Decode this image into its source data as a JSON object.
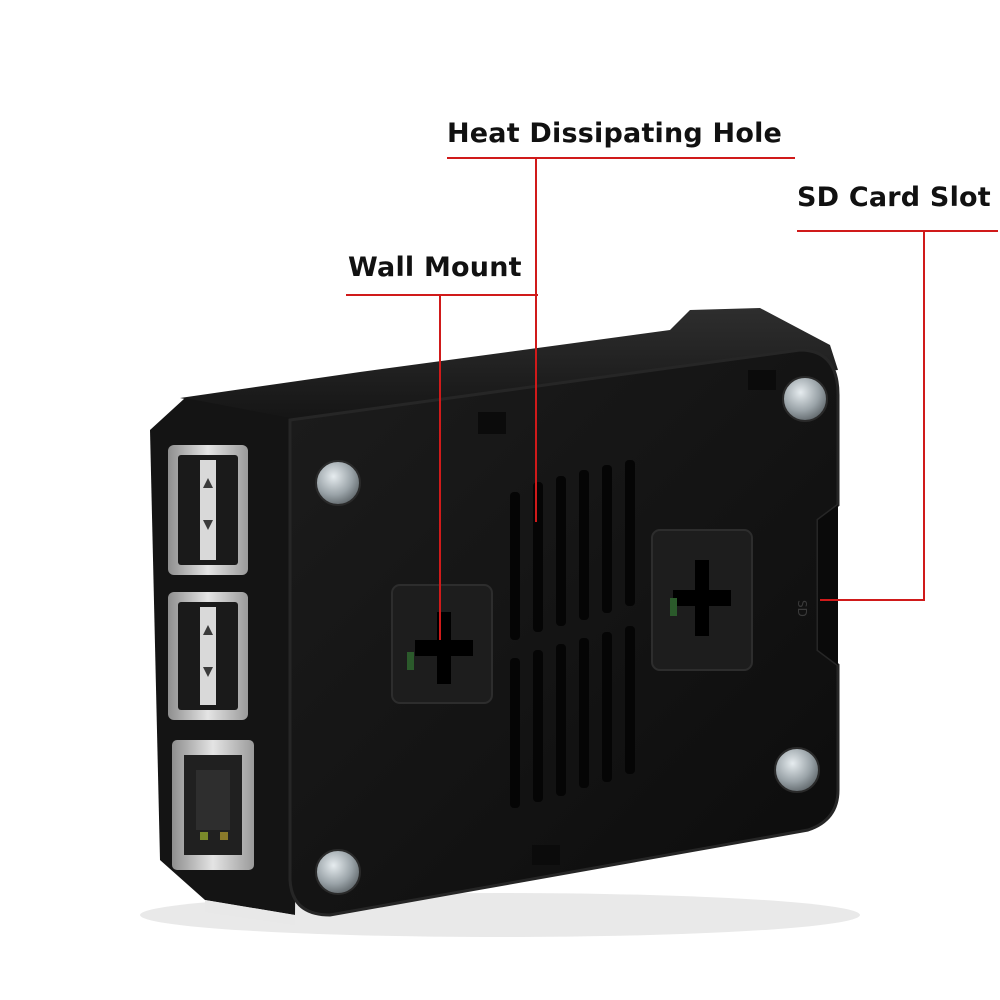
{
  "image": {
    "alt": "Black plastic case with USB ports, Ethernet port, vents and wall-mount keyholes",
    "colors": {
      "background": "#ffffff",
      "case_body": "#151515",
      "case_edge": "#2a2a2a",
      "callout_line": "#d01a1a",
      "label_text": "#111111",
      "port_metal": "#cfcfcf",
      "screw": "#9aa3a8"
    }
  },
  "callouts": {
    "heat_hole": {
      "label": "Heat Dissipating Hole"
    },
    "sd_slot": {
      "label": "SD Card Slot"
    },
    "wall_mount": {
      "label": "Wall Mount"
    }
  }
}
